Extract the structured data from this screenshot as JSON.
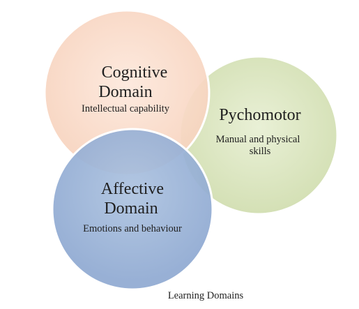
{
  "diagram": {
    "caption": "Learning Domains",
    "circles": {
      "cognitive": {
        "title_line1": "Cognitive",
        "title_line2": "Domain",
        "subtitle": "Intellectual capability",
        "fill": "#fbdfcf"
      },
      "psychomotor": {
        "title": "Pychomotor",
        "subtitle_line1": "Manual and physical",
        "subtitle_line2": "skills",
        "fill": "#dfe9c6"
      },
      "affective": {
        "title_line1": "Affective",
        "title_line2": "Domain",
        "subtitle": "Emotions and behaviour",
        "fill": "#9fb7d8"
      }
    }
  }
}
